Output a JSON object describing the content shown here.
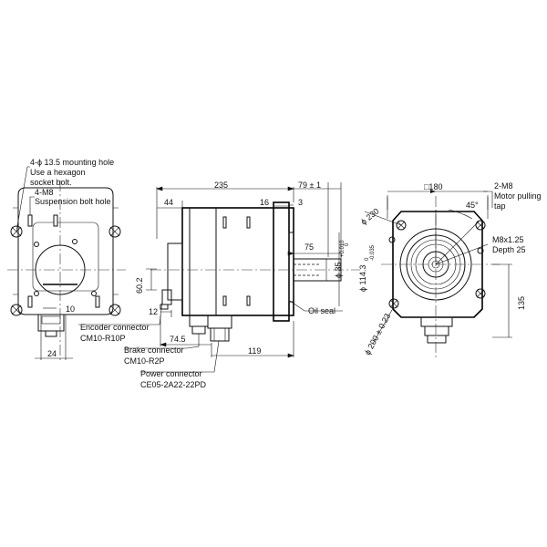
{
  "left_view": {
    "mounting_hole_note": [
      "4-ϕ 13.5 mounting hole",
      "Use a hexagon",
      "socket bolt."
    ],
    "suspension_note": [
      "4-M8",
      "Suspension bolt hole"
    ],
    "dim_10": "10",
    "dim_24": "24"
  },
  "side_view": {
    "dim_235": "235",
    "dim_44": "44",
    "dim_16": "16",
    "dim_79": "79 ± 1",
    "dim_3": "3",
    "dim_75": "75",
    "dim_60_2": "60.2",
    "dim_12": "12",
    "dim_74_5": "74.5",
    "dim_119": "119",
    "shaft_dia": "ϕ 35",
    "shaft_tol_top": "+0.010",
    "shaft_tol_bot": "0",
    "pilot_dia": "ϕ 114.3",
    "pilot_tol_top": "0",
    "pilot_tol_bot": "-0.035",
    "oil_seal": "Oil seal",
    "encoder_connector": [
      "Encoder connector",
      "CM10-R10P"
    ],
    "brake_connector": [
      "Brake connector",
      "CM10-R2P"
    ],
    "power_connector": [
      "Power connector",
      "CE05-2A22-22PD"
    ]
  },
  "front_view": {
    "square": "□180",
    "dia_230": "ϕ 230",
    "dia_200": "ϕ 200 ± 0.23",
    "angle": "45°",
    "tap_note": [
      "2-M8",
      "Motor pulling",
      "tap"
    ],
    "shaft_tap": [
      "M8x1.25",
      "Depth 25"
    ],
    "dim_135": "135"
  }
}
